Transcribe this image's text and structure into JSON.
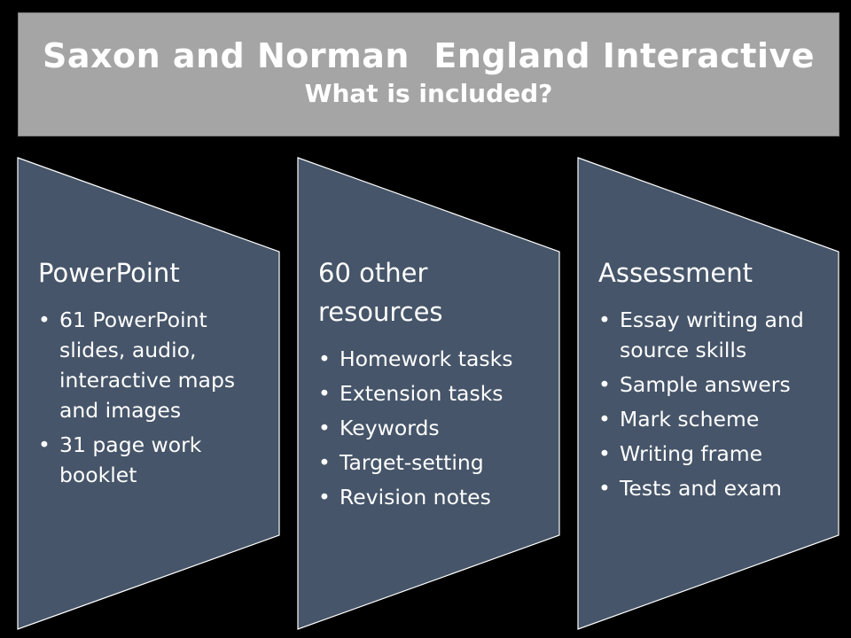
{
  "header": {
    "title": "Saxon and Norman  England Interactive",
    "subtitle": "What is included?"
  },
  "colors": {
    "panel_fill": "#465569",
    "title_fill": "#a5a5a5",
    "background": "#000000"
  },
  "panels": [
    {
      "heading": "PowerPoint",
      "items": [
        "61 PowerPoint slides, audio, interactive maps and images",
        "31 page work booklet"
      ]
    },
    {
      "heading": "60 other resources",
      "items": [
        "Homework tasks",
        "Extension tasks",
        "Keywords",
        "Target-setting",
        "Revision notes"
      ]
    },
    {
      "heading": "Assessment",
      "items": [
        "Essay writing and source skills",
        "Sample answers",
        "Mark scheme",
        "Writing frame",
        "Tests and exam"
      ]
    }
  ]
}
